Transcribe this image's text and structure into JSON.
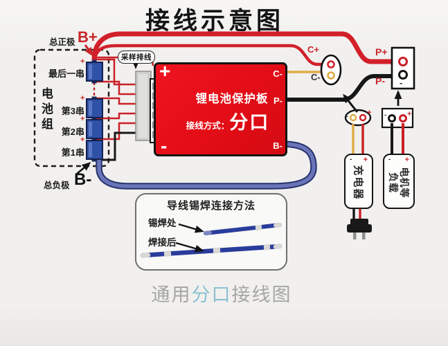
{
  "title": "接线示意图",
  "battery": {
    "group_label": "电池组",
    "total_positive_label": "总正极",
    "total_positive_terminal": "B+",
    "total_negative_label": "总负极",
    "total_negative_terminal": "B-",
    "cells": [
      {
        "label": "最后一串"
      },
      {
        "label": "第3串"
      },
      {
        "label": "第2串"
      },
      {
        "label": "第1串"
      }
    ],
    "cell_plus": "+",
    "cell_minus": "-"
  },
  "sampling_cable_label": "采样排线",
  "board": {
    "plus": "+",
    "minus": "-",
    "name": "锂电池保护板",
    "mode_label": "接线方式：",
    "mode_value": "分口",
    "c_minus": "C-",
    "p_minus": "P-",
    "b_minus": "B-"
  },
  "charge_port": {
    "c_plus": "C+",
    "c_minus": "C-"
  },
  "discharge_port": {
    "p_plus": "P+",
    "p_minus": "P-",
    "minus_mark": "-"
  },
  "load_plug": {
    "minus": "-",
    "plus": "+"
  },
  "charger_plug": {
    "minus": "-",
    "plus": "+"
  },
  "charger": {
    "label": "充电器",
    "minus": "-",
    "plus": "+"
  },
  "load": {
    "label_line1": "电机等",
    "label_line2": "负载",
    "minus": "-",
    "plus": "+"
  },
  "solder_guide": {
    "title": "导线锡焊连接方法",
    "solder_point_label": "锡焊处",
    "after_welding_label": "焊接后"
  },
  "caption": {
    "prefix": "通用",
    "highlight": "分口",
    "suffix": "接线图"
  },
  "colors": {
    "wire_red": "#d2202a",
    "wire_yellow": "#e0ac45",
    "wire_blue": "#6a74b8",
    "wire_black": "#1a1a1a",
    "board_red": "#e30d16",
    "cell_blue": "#2f52a8",
    "caption_highlight": "#8cc0d2"
  }
}
